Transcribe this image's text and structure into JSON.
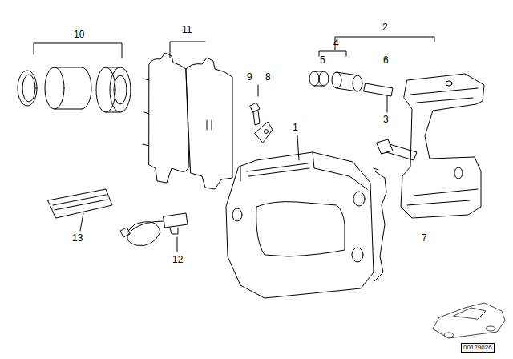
{
  "diagram": {
    "labels": [
      "10",
      "11",
      "2",
      "4",
      "5",
      "6",
      "9",
      "8",
      "1",
      "3",
      "13",
      "12",
      "7",
      "00129026"
    ]
  }
}
